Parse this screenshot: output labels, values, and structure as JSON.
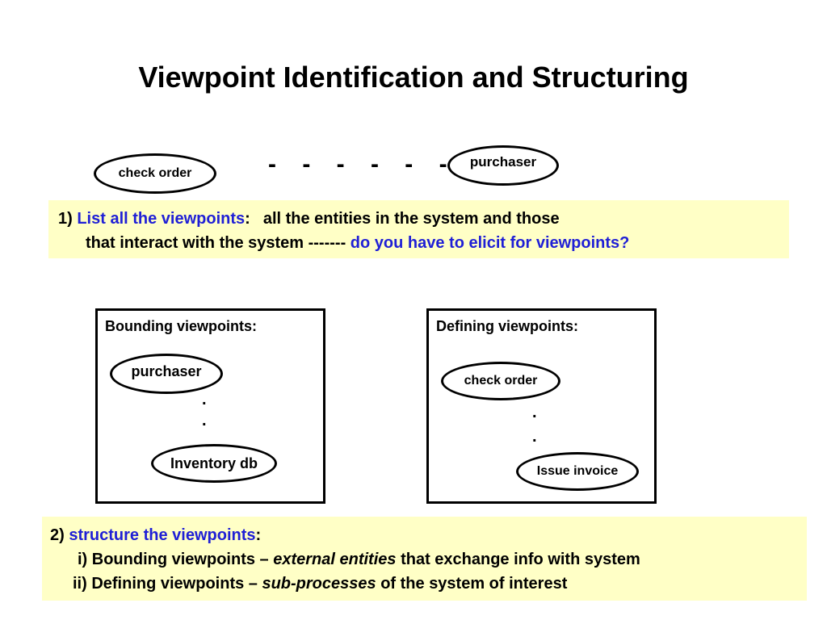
{
  "slide": {
    "title": "Viewpoint Identification and Structuring"
  },
  "top_example": {
    "left_oval": "check order",
    "dashes": "- - - - - - -",
    "right_oval": "purchaser"
  },
  "note_1": {
    "number": "1) ",
    "keyword": "List all the viewpoints",
    "colon": ":",
    "line1_rest": "all the entities in the system and those",
    "line2_start": "that interact with the system ------- ",
    "line2_question": "do you have to elicit for viewpoints?"
  },
  "bounding_panel": {
    "heading": "Bounding viewpoints:",
    "first_oval": "purchaser",
    "dot": ".",
    "last_oval": "Inventory db"
  },
  "defining_panel": {
    "heading": "Defining viewpoints:",
    "first_oval": "check order",
    "dot": ".",
    "last_oval": "Issue invoice"
  },
  "note_2": {
    "number": "2) ",
    "keyword": "structure the viewpoints",
    "colon": ":",
    "item1_prefix": "i) Bounding viewpoints – ",
    "item1_emph": "external entities",
    "item1_rest": " that exchange info with system",
    "item2_prefix": "ii) Defining viewpoints – ",
    "item2_emph": "sub-processes",
    "item2_rest": " of the system of interest"
  },
  "colors": {
    "highlight_background": "#ffffc6",
    "keyword_blue": "#1f1fd6"
  }
}
